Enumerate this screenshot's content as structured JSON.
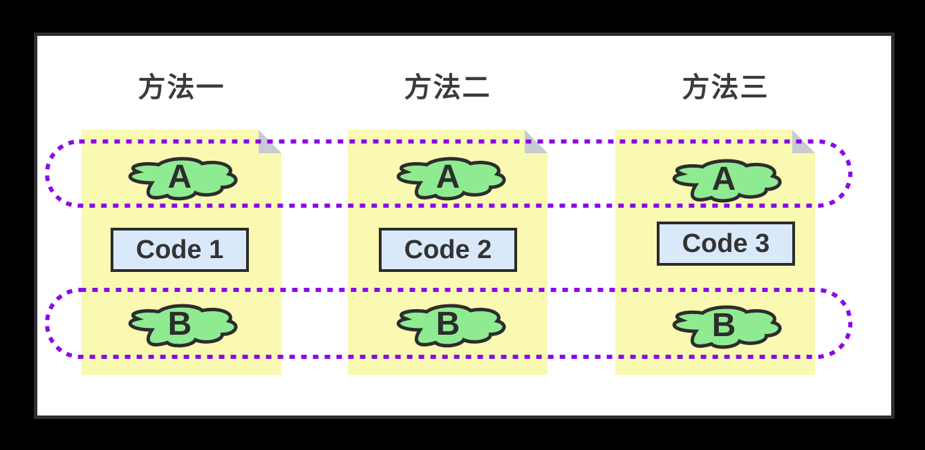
{
  "diagram": {
    "columns": [
      {
        "title": "方法一",
        "top_node": "A",
        "code_label": "Code 1",
        "bottom_node": "B"
      },
      {
        "title": "方法二",
        "top_node": "A",
        "code_label": "Code 2",
        "bottom_node": "B"
      },
      {
        "title": "方法三",
        "top_node": "A",
        "code_label": "Code 3",
        "bottom_node": "B"
      }
    ],
    "bands": [
      {
        "name": "top-band",
        "encloses": "A row"
      },
      {
        "name": "bottom-band",
        "encloses": "B row"
      }
    ],
    "colors": {
      "page_background": "#000000",
      "canvas": "#ffffff",
      "frame_border": "#2e2e2e",
      "note_fill": "#faf9b1",
      "note_fold": "#c7ccd4",
      "cloud_fill": "#8feb91",
      "shape_stroke": "#2d2d2d",
      "code_fill": "#d9e9fa",
      "band_stroke": "#8a0ae8",
      "text": "#3b3b3b"
    }
  }
}
